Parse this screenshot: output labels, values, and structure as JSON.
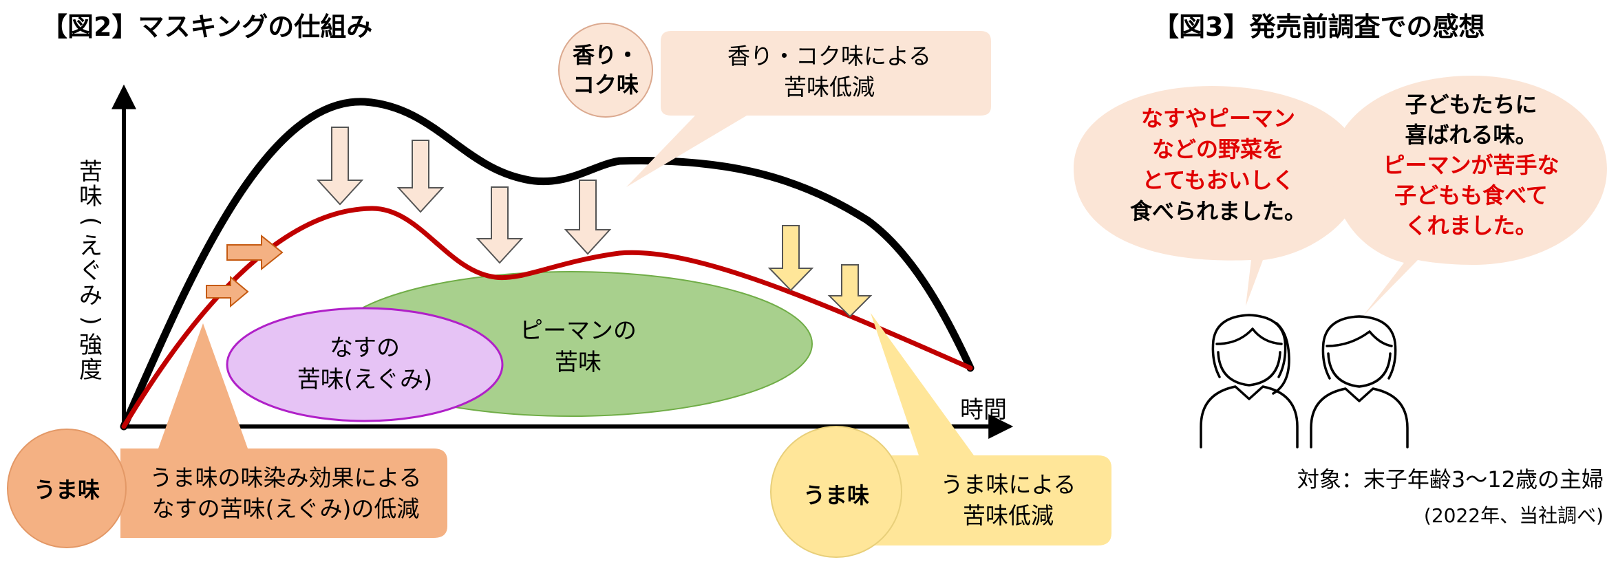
{
  "fig2": {
    "title": "【図2】マスキングの仕組み",
    "y_axis_label": [
      "苦",
      "味",
      "(",
      "え",
      "ぐ",
      "み",
      ")",
      "強",
      "度"
    ],
    "x_axis_label": "時間",
    "eggplant": {
      "line1": "なすの",
      "line2": "苦味(えぐみ)"
    },
    "pepper": {
      "line1": "ピーマンの",
      "line2": "苦味"
    },
    "aroma": {
      "circle_line1": "香り・",
      "circle_line2": "コク味",
      "callout_line1": "香り・コク味による",
      "callout_line2": "苦味低減"
    },
    "umami_left": {
      "circle": "うま味",
      "callout_line1": "うま味の味染み効果による",
      "callout_line2": "なすの苦味(えぐみ)の低減"
    },
    "umami_right": {
      "circle": "うま味",
      "callout_line1": "うま味による",
      "callout_line2": "苦味低減"
    },
    "colors": {
      "black_curve": "#000000",
      "red_curve": "#c00000",
      "eggplant_fill": "#e6c3f5",
      "eggplant_stroke": "#b020c8",
      "pepper_fill": "#a8d08d",
      "aroma_fill": "#fbe5d6",
      "umami_left_fill": "#f4b183",
      "umami_right_fill": "#ffe699"
    }
  },
  "fig3": {
    "title": "【図3】発売前調査での感想",
    "left_bubble": [
      {
        "text": "なすやピーマン",
        "color": "red"
      },
      {
        "text": "などの野菜を",
        "color": "red"
      },
      {
        "text": "とてもおいしく",
        "color": "red"
      },
      {
        "text": "食べられました。",
        "color": "black"
      }
    ],
    "right_bubble": [
      {
        "text": "子どもたちに",
        "color": "black"
      },
      {
        "text": "喜ばれる味。",
        "color": "black"
      },
      {
        "text": "ピーマンが苦手な",
        "color": "red"
      },
      {
        "text": "子どもも食べて",
        "color": "red"
      },
      {
        "text": "くれました。",
        "color": "red"
      }
    ],
    "icons": [
      "woman-icon",
      "woman-icon"
    ],
    "subject": "対象：末子年齢3～12歳の主婦",
    "source": "(2022年、当社調べ)",
    "colors": {
      "bubble_fill": "#fbe5d6",
      "red_text": "#e00000"
    }
  }
}
